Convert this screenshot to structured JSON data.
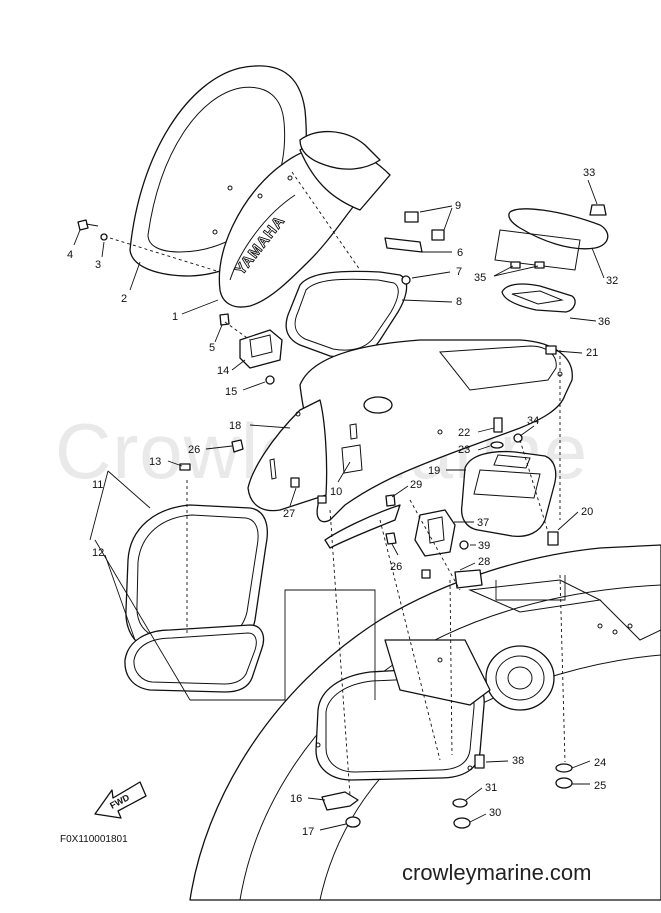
{
  "watermark_text": "CrowleyMarine",
  "emblem_text": "YAMAHA",
  "fwd_label": "FWD",
  "figure_code": "F0X110001801",
  "site_name": "crowleymarine.com",
  "callouts": [
    {
      "id": "c1",
      "label": "1"
    },
    {
      "id": "c2",
      "label": "2"
    },
    {
      "id": "c3",
      "label": "3"
    },
    {
      "id": "c4",
      "label": "4"
    },
    {
      "id": "c5",
      "label": "5"
    },
    {
      "id": "c6",
      "label": "6"
    },
    {
      "id": "c7",
      "label": "7"
    },
    {
      "id": "c8",
      "label": "8"
    },
    {
      "id": "c9",
      "label": "9"
    },
    {
      "id": "c10",
      "label": "10"
    },
    {
      "id": "c11",
      "label": "11"
    },
    {
      "id": "c12",
      "label": "12"
    },
    {
      "id": "c13",
      "label": "13"
    },
    {
      "id": "c14",
      "label": "14"
    },
    {
      "id": "c15",
      "label": "15"
    },
    {
      "id": "c16",
      "label": "16"
    },
    {
      "id": "c17",
      "label": "17"
    },
    {
      "id": "c18",
      "label": "18"
    },
    {
      "id": "c19",
      "label": "19"
    },
    {
      "id": "c20",
      "label": "20"
    },
    {
      "id": "c21",
      "label": "21"
    },
    {
      "id": "c22",
      "label": "22"
    },
    {
      "id": "c23",
      "label": "23"
    },
    {
      "id": "c24",
      "label": "24"
    },
    {
      "id": "c25",
      "label": "25"
    },
    {
      "id": "c26a",
      "label": "26"
    },
    {
      "id": "c26b",
      "label": "26"
    },
    {
      "id": "c27",
      "label": "27"
    },
    {
      "id": "c28",
      "label": "28"
    },
    {
      "id": "c29",
      "label": "29"
    },
    {
      "id": "c30",
      "label": "30"
    },
    {
      "id": "c31",
      "label": "31"
    },
    {
      "id": "c32",
      "label": "32"
    },
    {
      "id": "c33",
      "label": "33"
    },
    {
      "id": "c34",
      "label": "34"
    },
    {
      "id": "c35",
      "label": "35"
    },
    {
      "id": "c36",
      "label": "36"
    },
    {
      "id": "c37",
      "label": "37"
    },
    {
      "id": "c38",
      "label": "38"
    },
    {
      "id": "c39",
      "label": "39"
    }
  ]
}
